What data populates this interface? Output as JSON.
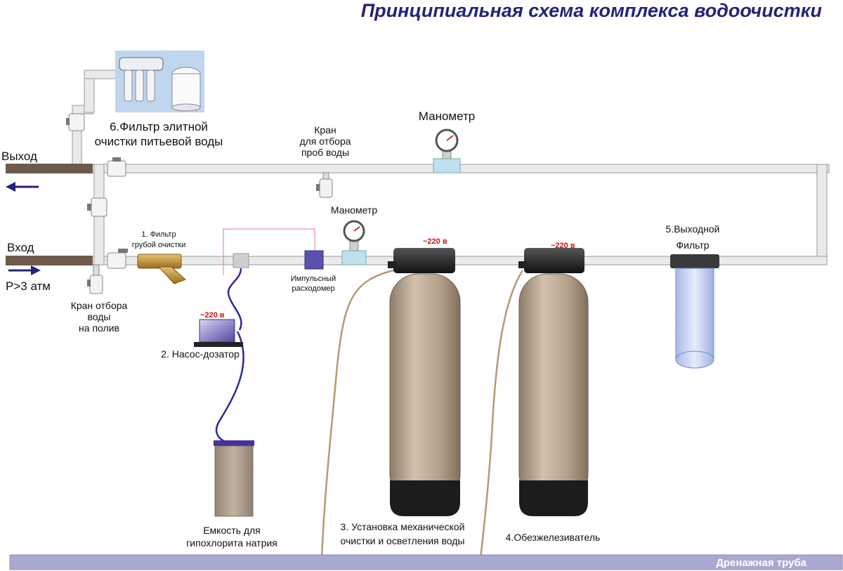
{
  "title": "Принципиальная  схема  комплекса  водоочистки",
  "pipes": {
    "output_label": "Выход",
    "input_label": "Вход",
    "pressure_label": "P>3 атм",
    "drain_label": "Дренажная труба"
  },
  "components": {
    "elite_filter": {
      "line1": "6.Фильтр элитной",
      "line2": "очистки питьевой воды"
    },
    "sample_valve": {
      "line1": "Кран",
      "line2": "для отбора",
      "line3": "проб воды"
    },
    "manometer_top": {
      "label": "Манометр"
    },
    "manometer_mid": {
      "label": "Манометр"
    },
    "coarse_filter": {
      "line1": "1. Фильтр",
      "line2": "грубой очистки"
    },
    "flow_meter": {
      "line1": "Импульсный",
      "line2": "расходомер"
    },
    "irrigation_valve": {
      "line1": "Кран отбора",
      "line2": "воды",
      "line3": "на полив"
    },
    "dosing_pump": {
      "label": "2. Насос-дозатор",
      "voltage": "~220 в"
    },
    "hypochlorite_tank": {
      "line1": "Емкость для",
      "line2": "гипохлорита натрия"
    },
    "mechanical_unit": {
      "line1": "3. Установка механической",
      "line2": "очистки и осветления воды",
      "voltage": "~220 в"
    },
    "iron_remover": {
      "label": "4.Обезжелезиватель",
      "voltage": "~220 в"
    },
    "output_filter": {
      "line1": "5.Выходной",
      "line2": "Фильтр"
    }
  },
  "colors": {
    "title": "#23237a",
    "arrow": "#23237a",
    "voltage": "#d01010",
    "pipe_fill": "#eaeaea",
    "drain": "#a8a8d0",
    "tank_body": "#b8a590",
    "tank_base": "#2a2a2a",
    "hose": "#2a2a9a"
  }
}
